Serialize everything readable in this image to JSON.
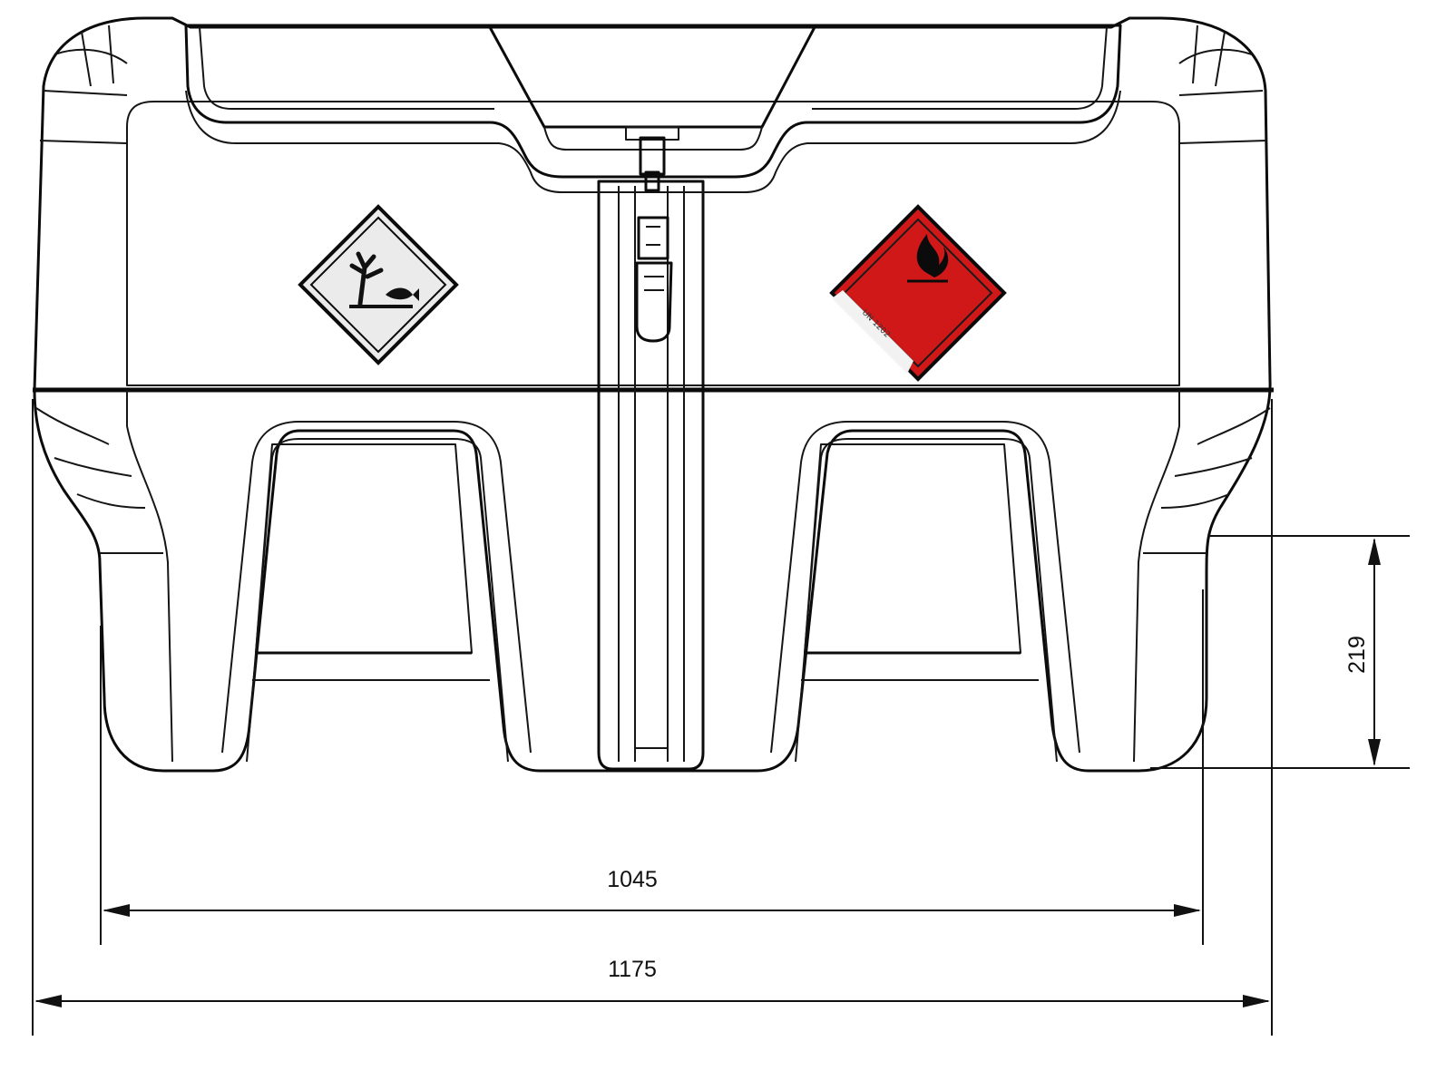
{
  "dimensions": {
    "height_label": "219",
    "inner_width_label": "1045",
    "overall_width_label": "1175"
  },
  "placard_right": {
    "un_text": "UN 1202"
  },
  "colors": {
    "body": "#9b9b9b",
    "body_shadow": "#7d7d7d",
    "lid": "#c46e16",
    "flammable_placard": "#d01818",
    "env_placard": "#ebebeb",
    "outline": "#0b0b0b"
  },
  "icons": {
    "left_placard": "environmental-hazard-icon",
    "right_placard": "flammable-liquid-icon"
  }
}
